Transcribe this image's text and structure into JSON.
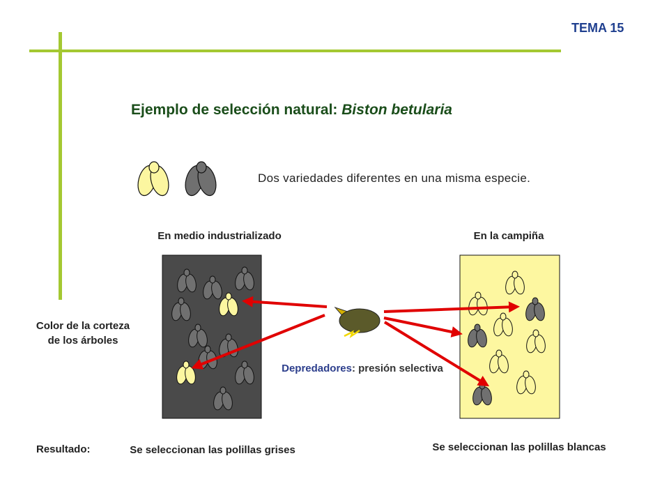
{
  "header": {
    "tag": "TEMA 15"
  },
  "title": {
    "prefix": "Ejemplo de selección natural: ",
    "species": "Biston betularia"
  },
  "subtitle": "Dos variedades diferentes en una misma especie.",
  "left_panel": {
    "heading": "En medio industrializado",
    "result": "Se seleccionan las polillas grises"
  },
  "right_panel": {
    "heading": "En la campiña",
    "result": "Se seleccionan las polillas blancas"
  },
  "side_labels": {
    "bark": "Color de la corteza de los árboles",
    "result": "Resultado:"
  },
  "predator": {
    "word": "Depredadores",
    "rest": ": presión selectiva"
  },
  "colors": {
    "accent_line": "#a4c832",
    "dark_bark": "#4a4a4a",
    "light_bark": "#fdf7a0",
    "light_moth": "#fcf6a0",
    "dark_moth": "#707070",
    "arrow": "#e00000",
    "bird": "#5b5a2a"
  }
}
